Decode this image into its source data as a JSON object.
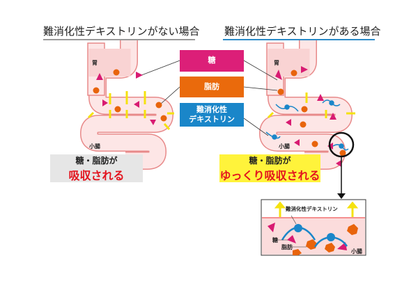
{
  "headings": {
    "left": "難消化性デキストリンがない場合",
    "right": "難消化性デキストリンがある場合"
  },
  "legend": {
    "sugar": "糖",
    "fat": "脂肪",
    "dextrin_line1": "難消化性",
    "dextrin_line2": "デキストリン"
  },
  "organs": {
    "stomach": "胃",
    "small_intestine": "小腸"
  },
  "results": {
    "left_line1": "糖・脂肪が",
    "left_line2": "吸収される",
    "right_line1": "糖・脂肪が",
    "right_line2": "ゆっくり吸収される"
  },
  "detail": {
    "dextrin": "難消化性デキストリン",
    "sugar": "糖",
    "fat": "脂肪",
    "small_intestine": "小腸"
  },
  "colors": {
    "sugar": "#d81b72",
    "fat": "#e8640c",
    "dextrin": "#1a86c9",
    "arrow": "#f5e20f",
    "wall": "#e88a8a",
    "lumen": "#fbe1e1",
    "result_right": "#fff33b",
    "result_left": "#e6e6e6"
  }
}
